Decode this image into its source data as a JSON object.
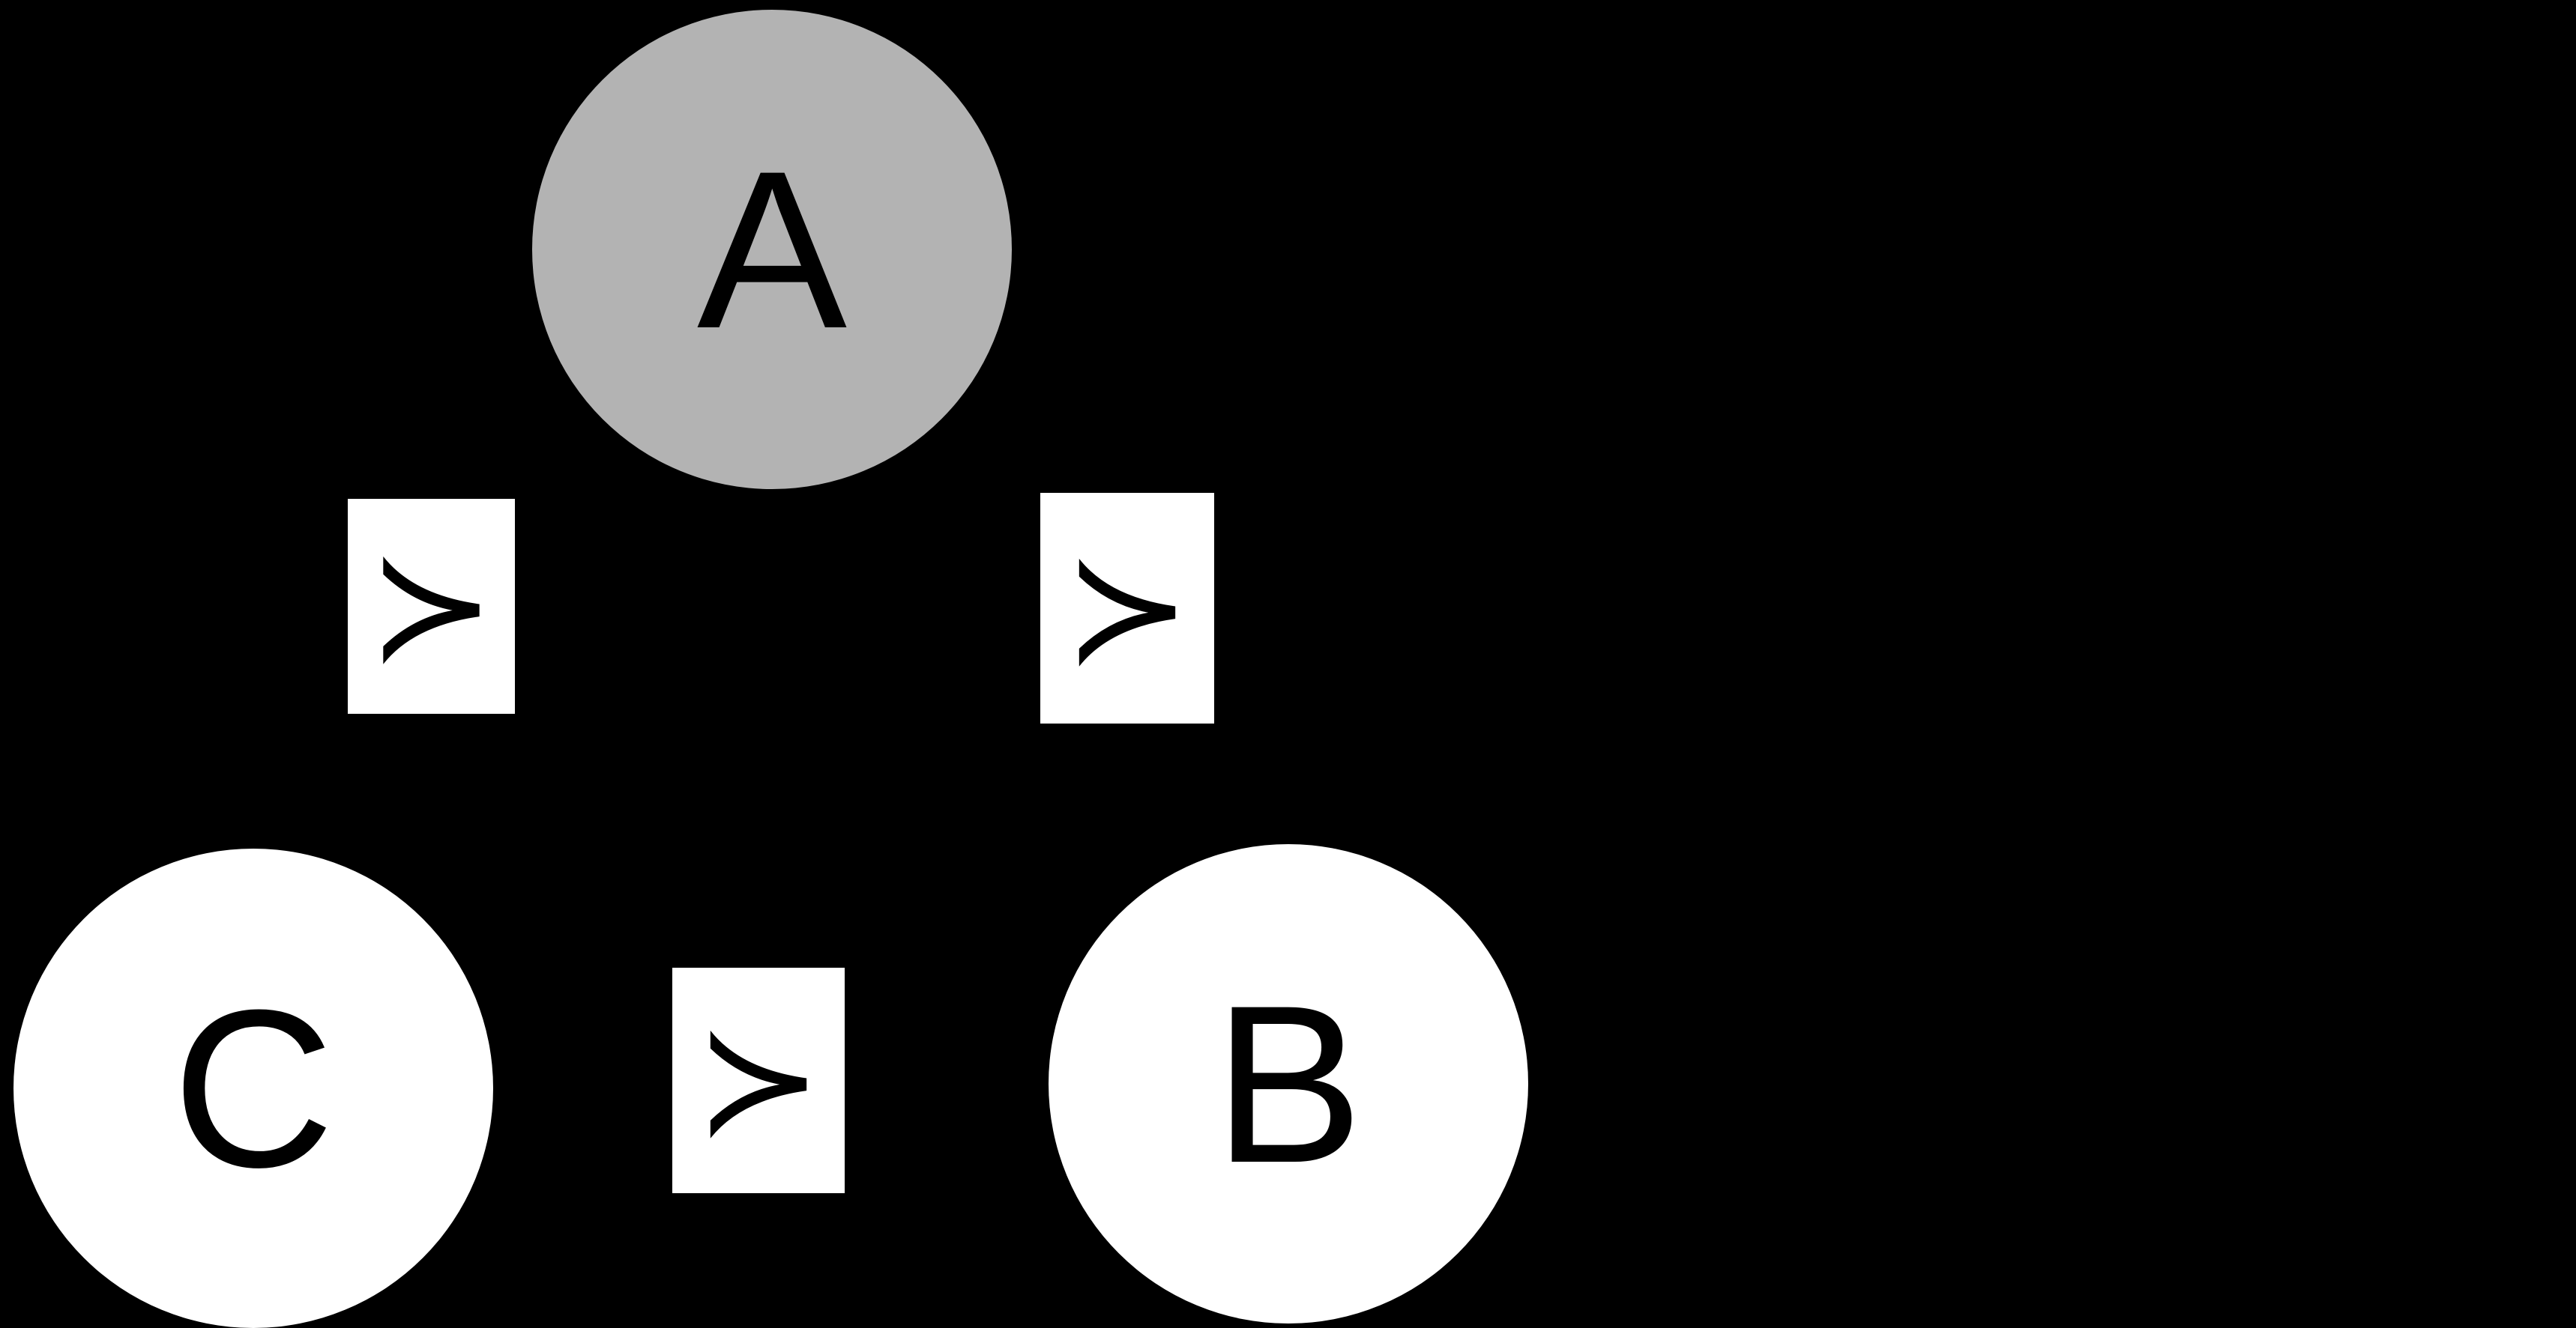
{
  "canvas": {
    "background": "#000000"
  },
  "nodes": [
    {
      "id": "A",
      "label": "A",
      "fill": "#b3b3b3",
      "text_color": "#000000"
    },
    {
      "id": "C",
      "label": "C",
      "fill": "#ffffff",
      "text_color": "#000000"
    },
    {
      "id": "B",
      "label": "B",
      "fill": "#ffffff",
      "text_color": "#000000"
    }
  ],
  "edge_labels": [
    {
      "between": "A-C",
      "symbol": "≻",
      "background": "#ffffff",
      "symbol_color": "#000000"
    },
    {
      "between": "A-B",
      "symbol": "≻",
      "background": "#ffffff",
      "symbol_color": "#000000"
    },
    {
      "between": "C-B",
      "symbol": "≻",
      "background": "#ffffff",
      "symbol_color": "#000000"
    }
  ]
}
